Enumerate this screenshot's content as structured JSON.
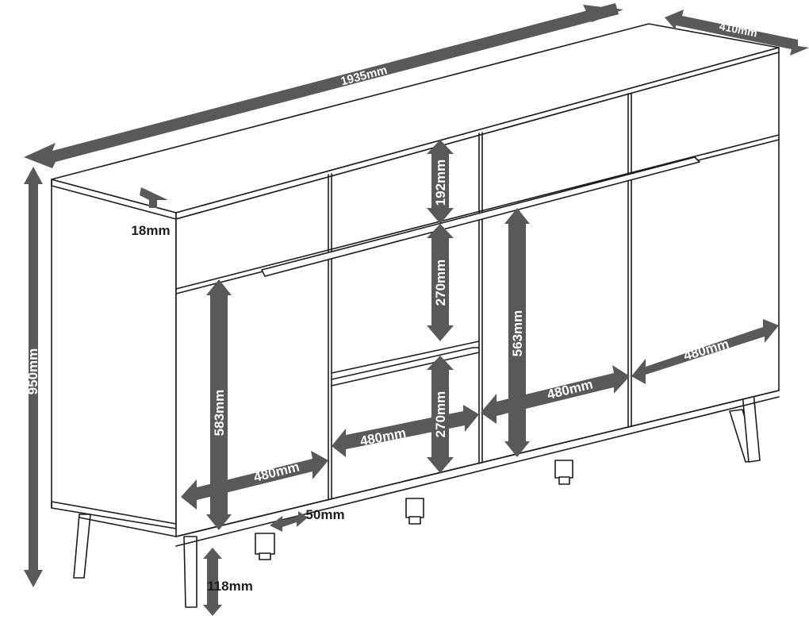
{
  "colors": {
    "arrow_fill": "#595959",
    "line": "#1c1c1c",
    "background": "#ffffff",
    "label_on_arrow": "#ffffff"
  },
  "dimensions": {
    "width": "1935mm",
    "depth": "410mm",
    "height": "950mm",
    "top_thickness": "18mm",
    "top_drawer_height": "192mm",
    "middle_drawer_height": "270mm",
    "bottom_drawer_height": "270mm",
    "left_door_height": "583mm",
    "right_door_height": "563mm",
    "left_door_width": "480mm",
    "middle_column_width": "480mm",
    "right_inner_door_width": "480mm",
    "right_door_width": "480mm",
    "leg_offset": "50mm",
    "leg_height": "118mm"
  }
}
